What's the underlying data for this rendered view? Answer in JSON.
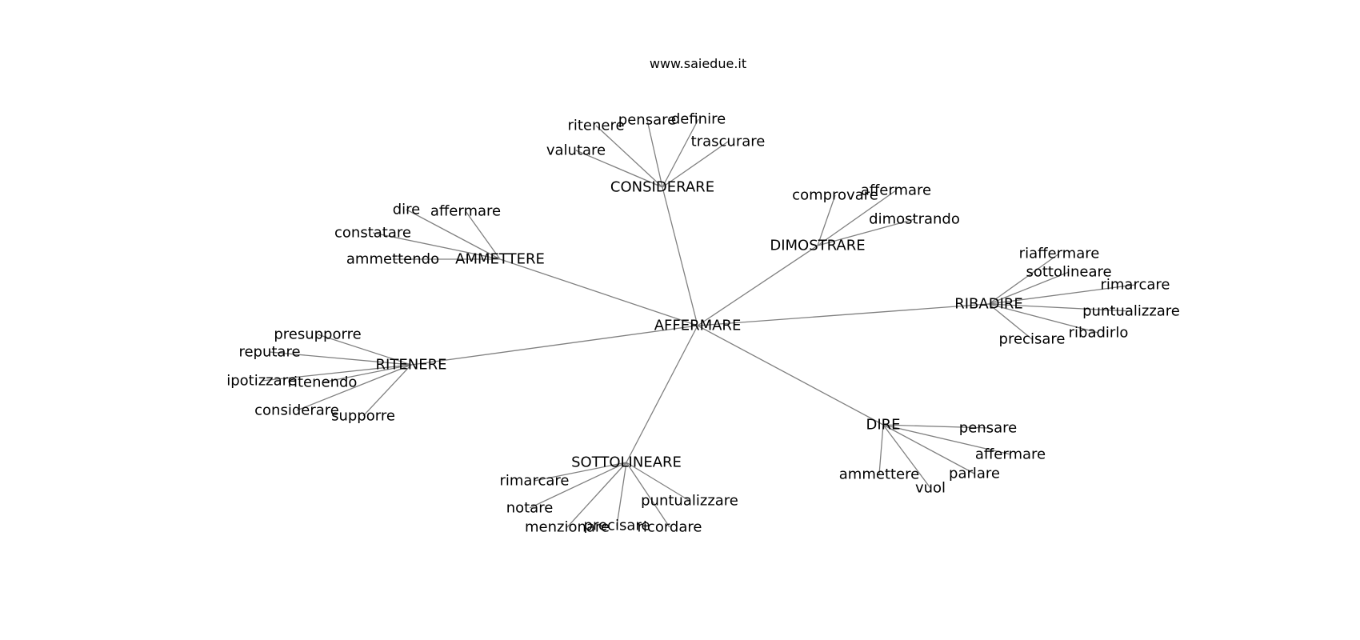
{
  "watermark": "www.saiedue.it",
  "center": "AFFERMARE",
  "hubs": [
    {
      "label": "CONSIDERARE",
      "leaves": [
        "ritenere",
        "pensare",
        "definire",
        "trascurare",
        "valutare"
      ]
    },
    {
      "label": "AMMETTERE",
      "leaves": [
        "dire",
        "affermare",
        "constatare",
        "ammettendo"
      ]
    },
    {
      "label": "DIMOSTRARE",
      "leaves": [
        "comprovare",
        "affermare",
        "dimostrando"
      ]
    },
    {
      "label": "RIBADIRE",
      "leaves": [
        "riaffermare",
        "sottolineare",
        "rimarcare",
        "puntualizzare",
        "ribadirlo",
        "precisare"
      ]
    },
    {
      "label": "RITENERE",
      "leaves": [
        "presupporre",
        "reputare",
        "ipotizzare",
        "ritenendo",
        "considerare",
        "supporre"
      ]
    },
    {
      "label": "DIRE",
      "leaves": [
        "pensare",
        "affermare",
        "parlare",
        "vuol",
        "ammettere"
      ]
    },
    {
      "label": "SOTTOLINEARE",
      "leaves": [
        "rimarcare",
        "notare",
        "menzionare",
        "precisare",
        "ricordare",
        "puntualizzare"
      ]
    }
  ]
}
